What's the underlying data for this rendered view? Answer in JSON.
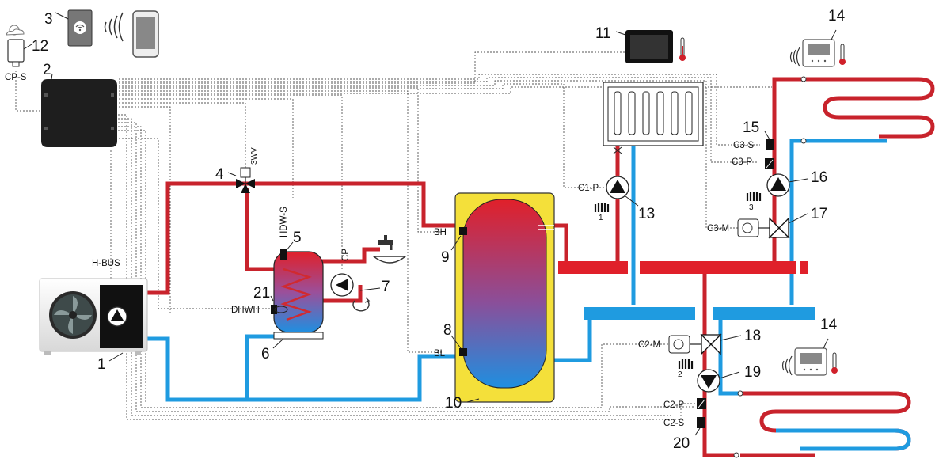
{
  "numbers": {
    "n1": "1",
    "n2": "2",
    "n3": "3",
    "n4": "4",
    "n5": "5",
    "n6": "6",
    "n7": "7",
    "n8": "8",
    "n9": "9",
    "n10": "10",
    "n11": "11",
    "n12": "12",
    "n13": "13",
    "n14a": "14",
    "n14b": "14",
    "n15": "15",
    "n16": "16",
    "n17": "17",
    "n18": "18",
    "n19": "19",
    "n20": "20",
    "n21": "21"
  },
  "labels": {
    "cp_s": "CP-S",
    "hbus": "H-BUS",
    "three_wv": "3WV",
    "hdw_s": "HDW-S",
    "cp": "CP",
    "dhwh": "DHWH",
    "bh": "BH",
    "bl": "BL",
    "c1_p": "C1-P",
    "c1_count": "1",
    "c3_s": "C3-S",
    "c3_p": "C3-P",
    "c3_m": "C3-M",
    "c3_count": "3",
    "c2_m": "C2-M",
    "c2_count": "2",
    "c2_p": "C2-P",
    "c2_s": "C2-S"
  },
  "colors": {
    "hot": "#c8232c",
    "cold": "#1f9be0",
    "buffer_jacket": "#f4e03a",
    "controller": "#1e1e1e"
  },
  "icons": [
    "weather-icon",
    "wifi-module-icon",
    "wireless-signal-icon",
    "smartphone-icon",
    "thermometer-icon",
    "fan-icon",
    "pump-icon",
    "tap-icon",
    "recirculation-icon",
    "radiator-icon",
    "room-thermostat-icon"
  ]
}
